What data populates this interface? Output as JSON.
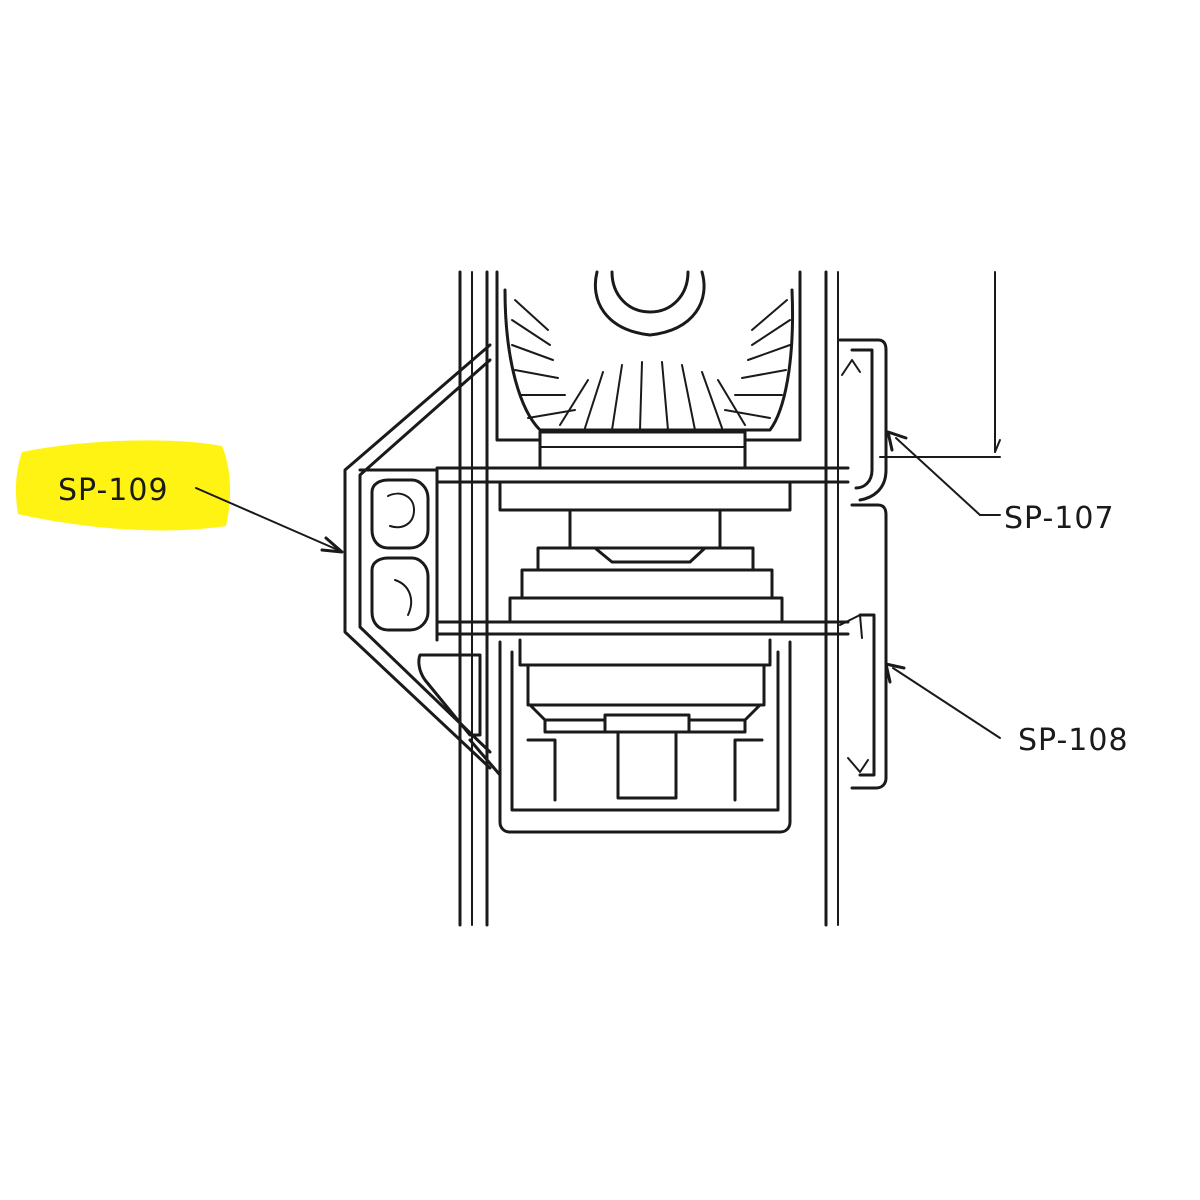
{
  "callouts": {
    "sp109": {
      "label": "SP-109",
      "highlighted": true
    },
    "sp107": {
      "label": "SP-107"
    },
    "sp108": {
      "label": "SP-108"
    }
  },
  "colors": {
    "line": "#1a1a1a",
    "highlight": "#fff200",
    "background": "#ffffff"
  }
}
